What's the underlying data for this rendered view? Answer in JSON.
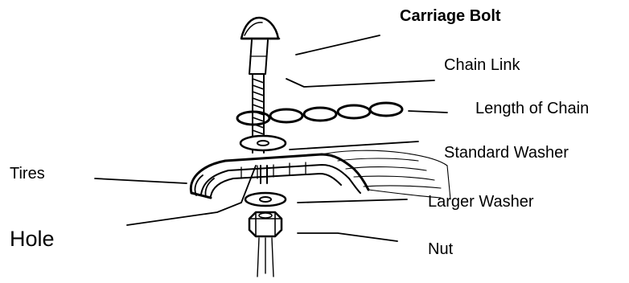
{
  "diagram": {
    "labels": {
      "carriage_bolt": "Carriage Bolt",
      "chain_link": "Chain Link",
      "length_of_chain": "Length of Chain",
      "standard_washer": "Standard Washer",
      "tires": "Tires",
      "larger_washer": "Larger Washer",
      "hole": "Hole",
      "nut": "Nut"
    }
  }
}
